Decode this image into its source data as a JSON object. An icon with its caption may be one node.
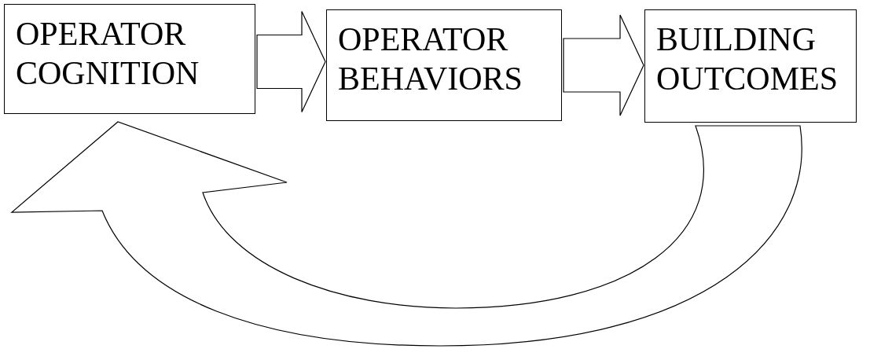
{
  "diagram": {
    "nodes": [
      {
        "text": [
          "OPERATOR COGNITION"
        ]
      },
      {
        "text": [
          "OPERATOR BEHAVIORS"
        ]
      },
      {
        "text": [
          "BUILDING OUTCOMES"
        ]
      }
    ],
    "edges": [
      {
        "from": 0,
        "to": 1,
        "arrow": "to"
      },
      {
        "from": 1,
        "to": 2,
        "arrow": "to"
      },
      {
        "from": 2,
        "to": 0,
        "arrow": "to"
      }
    ]
  }
}
